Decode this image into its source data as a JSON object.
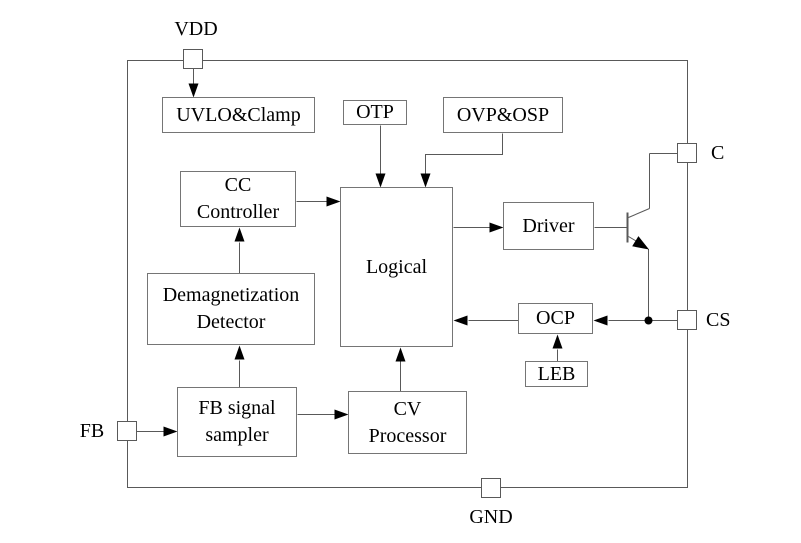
{
  "diagram": {
    "blocks": {
      "uvlo": {
        "label": "UVLO&Clamp"
      },
      "otp": {
        "label": "OTP"
      },
      "ovp": {
        "label": "OVP&OSP"
      },
      "cc": {
        "line1": "CC",
        "line2": "Controller"
      },
      "logical": {
        "label": "Logical"
      },
      "driver": {
        "label": "Driver"
      },
      "demag": {
        "line1": "Demagnetization",
        "line2": "Detector"
      },
      "ocp": {
        "label": "OCP"
      },
      "leb": {
        "label": "LEB"
      },
      "sampler": {
        "line1": "FB signal",
        "line2": "sampler"
      },
      "cv": {
        "line1": "CV",
        "line2": "Processor"
      }
    },
    "pins": {
      "vdd": "VDD",
      "c": "C",
      "cs": "CS",
      "fb": "FB",
      "gnd": "GND"
    },
    "colors": {
      "line": "#595959",
      "border": "#757575",
      "arrow": "#000000",
      "background": "#ffffff",
      "text": "#000000"
    }
  }
}
